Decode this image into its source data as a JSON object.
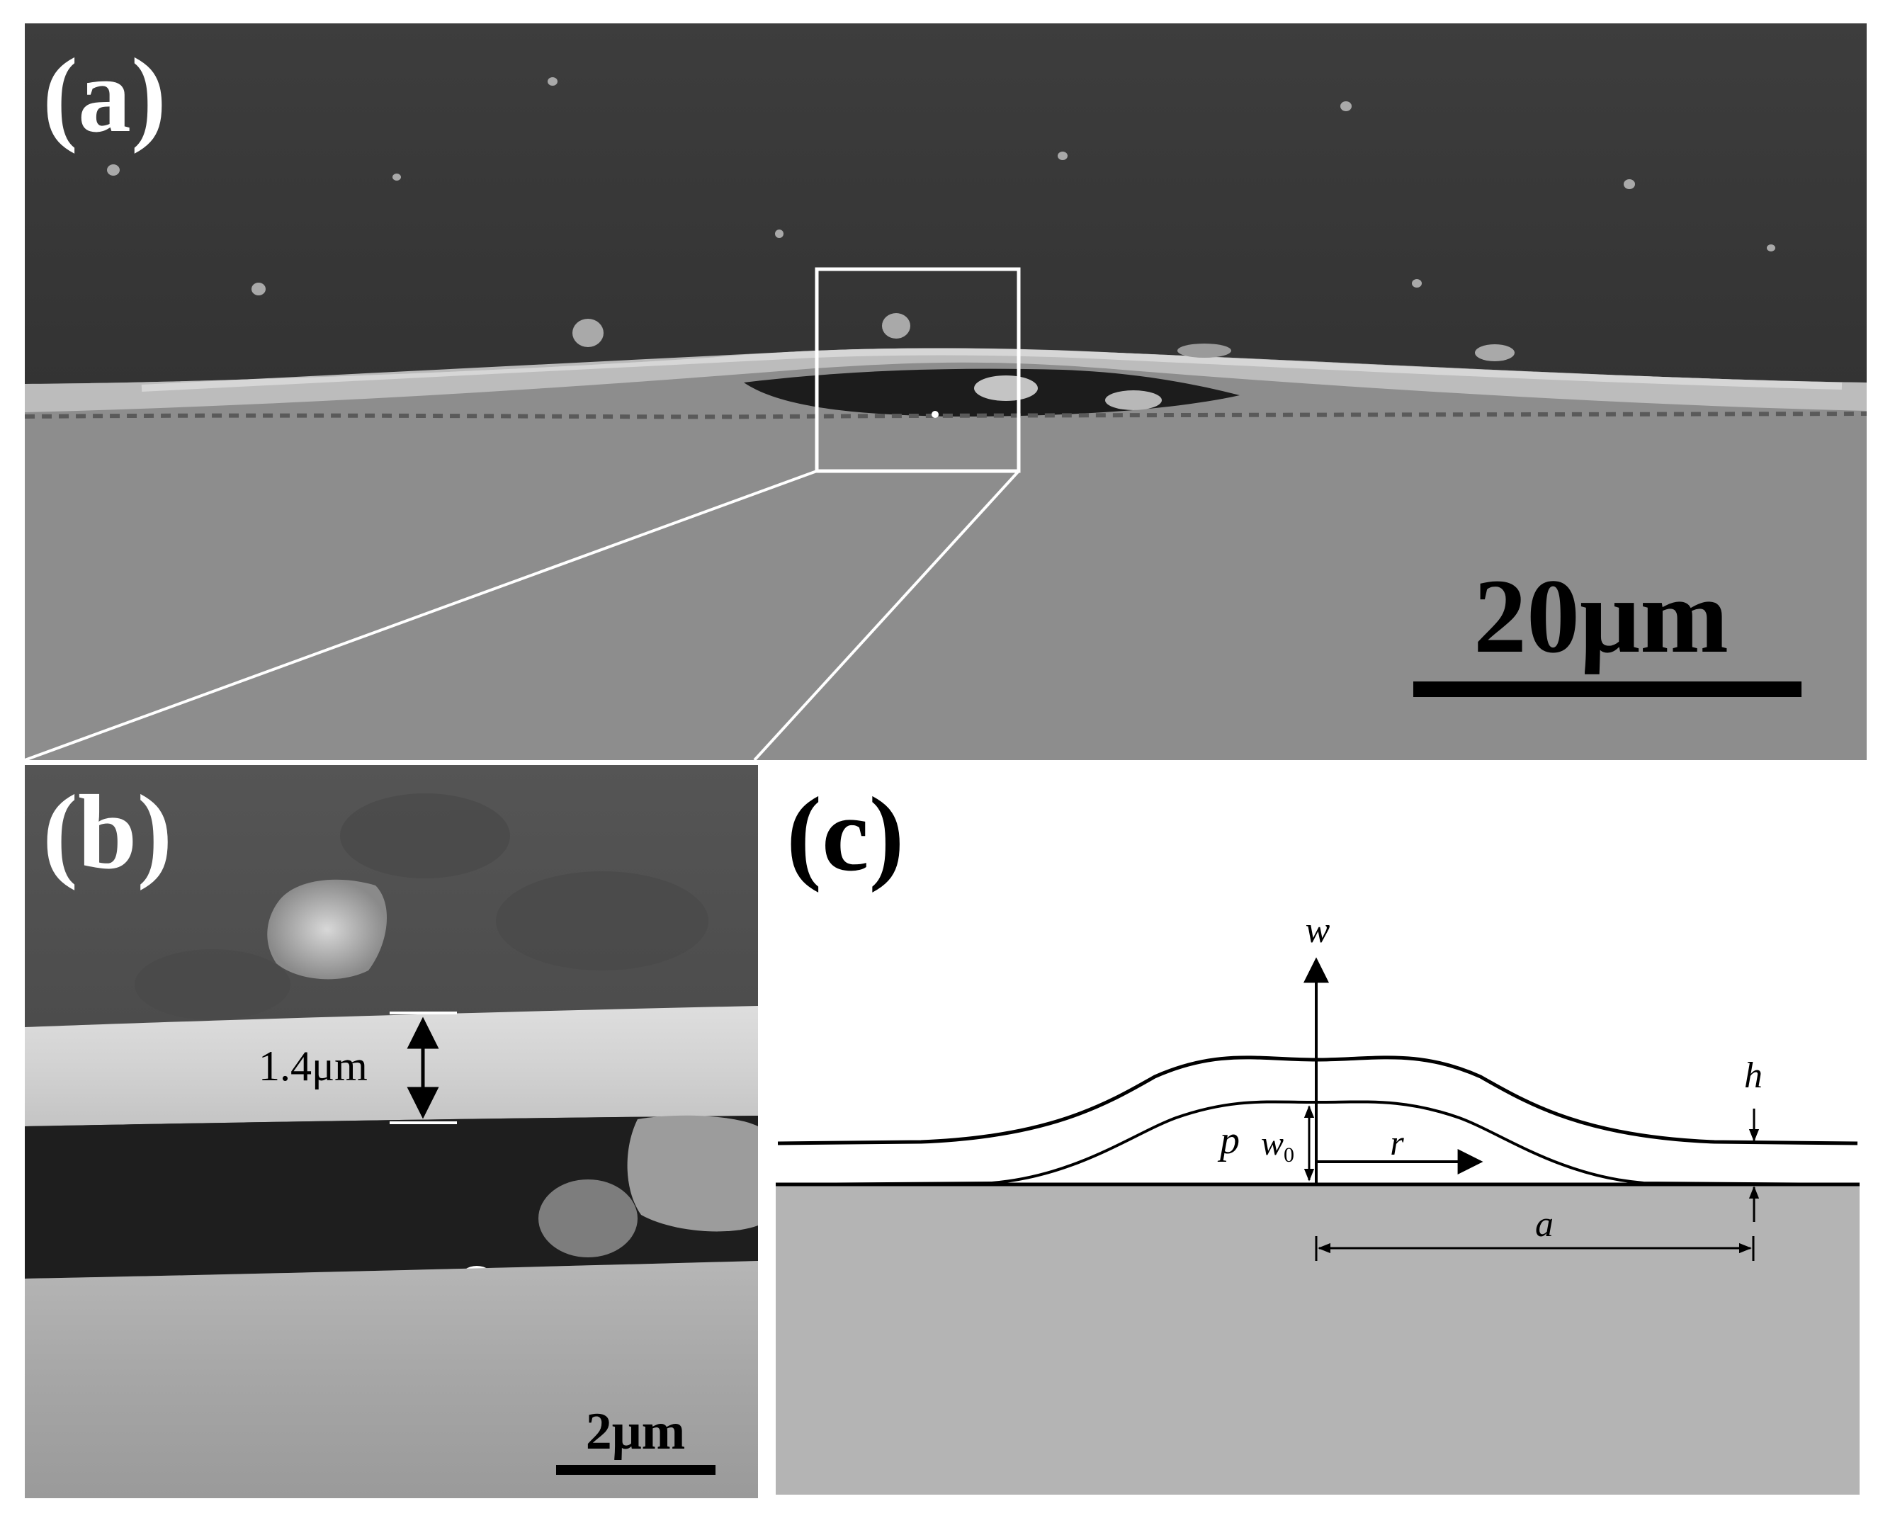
{
  "figure": {
    "panel_a": {
      "label": "(a)",
      "scale_bar": "20μm"
    },
    "panel_b": {
      "label": "(b)",
      "thickness": "1.4μm",
      "scale_bar": "2μm"
    },
    "panel_c": {
      "label": "(c)",
      "symbols": {
        "w": "w",
        "h": "h",
        "p": "p",
        "w0_main": "w",
        "w0_sub": "0",
        "r": "r",
        "a": "a"
      }
    }
  },
  "colors": {
    "dark_coating": "#3a3a3a",
    "substrate": "#8e8e8e",
    "film": "#c8c8c8",
    "cavity": "#1a1a1a",
    "schematic_substrate": "#b4b4b4",
    "callout": "#ffffff",
    "ink": "#000000"
  }
}
